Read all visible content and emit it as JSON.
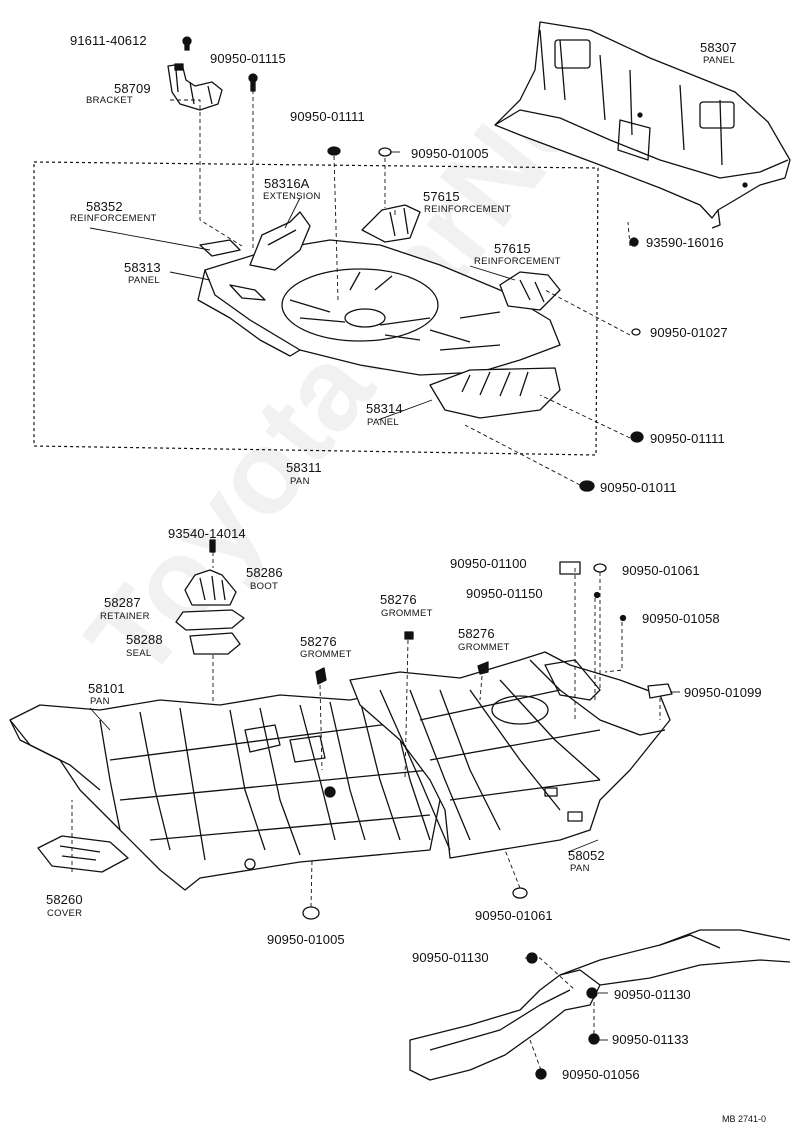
{
  "watermark": "ToyotaCarNet",
  "diagram_code": "MB 2741-0",
  "colors": {
    "line": "#111111",
    "fill": "#ffffff",
    "shade": "#cfcfcf"
  },
  "parts": [
    {
      "pn": "91611-40612"
    },
    {
      "pn": "90950-01115"
    },
    {
      "pn": "58709",
      "name": "BRACKET"
    },
    {
      "pn": "58307",
      "name": "PANEL"
    },
    {
      "pn": "90950-01111"
    },
    {
      "pn": "90950-01005"
    },
    {
      "pn": "58316A",
      "name": "EXTENSION"
    },
    {
      "pn": "57615",
      "name": "REINFORCEMENT"
    },
    {
      "pn": "58352",
      "name": "REINFORCEMENT"
    },
    {
      "pn": "93590-16016"
    },
    {
      "pn": "57615",
      "name": "REINFORCEMENT"
    },
    {
      "pn": "58313",
      "name": "PANEL"
    },
    {
      "pn": "90950-01027"
    },
    {
      "pn": "58314",
      "name": "PANEL"
    },
    {
      "pn": "90950-01111"
    },
    {
      "pn": "58311",
      "name": "PAN"
    },
    {
      "pn": "90950-01011"
    },
    {
      "pn": "93540-14014"
    },
    {
      "pn": "58286",
      "name": "BOOT"
    },
    {
      "pn": "90950-01100"
    },
    {
      "pn": "90950-01061"
    },
    {
      "pn": "58287",
      "name": "RETAINER"
    },
    {
      "pn": "58276",
      "name": "GROMMET"
    },
    {
      "pn": "90950-01150"
    },
    {
      "pn": "90950-01058"
    },
    {
      "pn": "58288",
      "name": "SEAL"
    },
    {
      "pn": "58276",
      "name": "GROMMET"
    },
    {
      "pn": "58276",
      "name": "GROMMET"
    },
    {
      "pn": "58101",
      "name": "PAN"
    },
    {
      "pn": "90950-01099"
    },
    {
      "pn": "58052",
      "name": "PAN"
    },
    {
      "pn": "58260",
      "name": "COVER"
    },
    {
      "pn": "90950-01061"
    },
    {
      "pn": "90950-01005"
    },
    {
      "pn": "90950-01130"
    },
    {
      "pn": "90950-01130"
    },
    {
      "pn": "90950-01133"
    },
    {
      "pn": "90950-01056"
    }
  ]
}
